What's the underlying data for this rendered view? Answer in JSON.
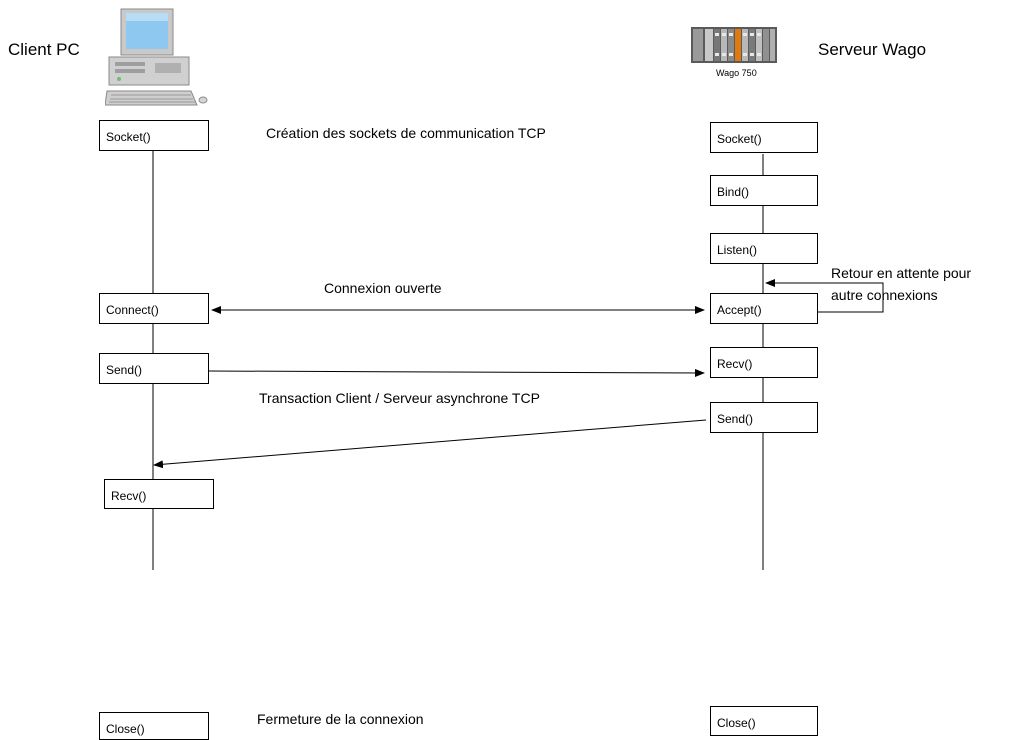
{
  "client": {
    "title": "Client PC",
    "computer_icon": "desktop-computer-icon",
    "steps": {
      "socket": "Socket()",
      "connect": "Connect()",
      "send": "Send()",
      "recv": "Recv()",
      "close": "Close()"
    }
  },
  "server": {
    "title": "Serveur Wago",
    "device_icon": "wago-750-controller-icon",
    "device_caption": "Wago 750",
    "steps": {
      "socket": "Socket()",
      "bind": "Bind()",
      "listen": "Listen()",
      "accept": "Accept()",
      "recv": "Recv()",
      "send": "Send()",
      "close": "Close()"
    }
  },
  "annotations": {
    "socket_creation": "Création des sockets de communication TCP",
    "connection_open": "Connexion ouverte",
    "return_waiting_line1": "Retour en attente pour",
    "return_waiting_line2": "autre connexions",
    "transaction": "Transaction Client / Serveur asynchrone TCP",
    "close_connection": "Fermeture de la connexion"
  }
}
